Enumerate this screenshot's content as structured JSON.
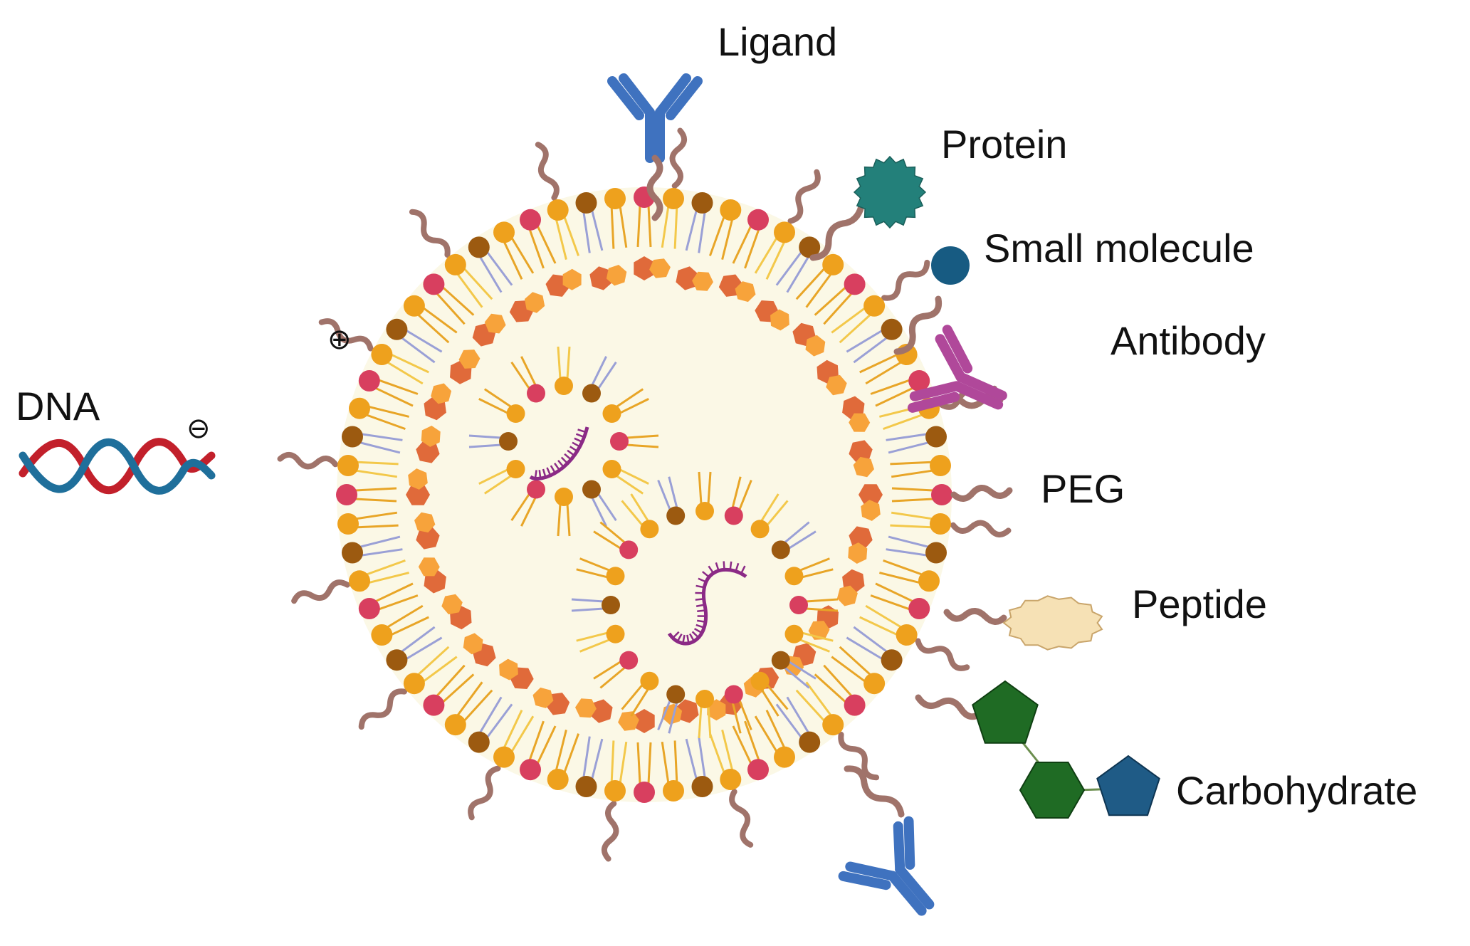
{
  "labels": {
    "ligand": "Ligand",
    "protein": "Protein",
    "small_molecule": "Small molecule",
    "antibody": "Antibody",
    "peg": "PEG",
    "peptide": "Peptide",
    "carbohydrate": "Carbohydrate",
    "dna": "DNA"
  },
  "charges": {
    "positive": "⊕",
    "negative": "⊖"
  },
  "colors": {
    "core": "#fbf8e6",
    "head_red": "#d83f5f",
    "head_orange": "#eea11d",
    "head_brown": "#9c5a10",
    "tail_orange": "#e8a527",
    "tail_yellow": "#f3c84a",
    "tail_lavender": "#9aa0d6",
    "cholesterol_dark": "#e06a3a",
    "cholesterol_light": "#f7a33b",
    "peg": "#a0736a",
    "ligand_blue": "#3f72bf",
    "protein_teal": "#23807a",
    "small_molecule_blue": "#175b82",
    "antibody_magenta": "#b0489a",
    "peptide_beige": "#f6e1b5",
    "carb_green": "#1f6b24",
    "carb_blue": "#1f5b86",
    "rna_purple": "#8b2a86",
    "dna_red": "#c2202b",
    "dna_blue": "#1f6f9b"
  }
}
